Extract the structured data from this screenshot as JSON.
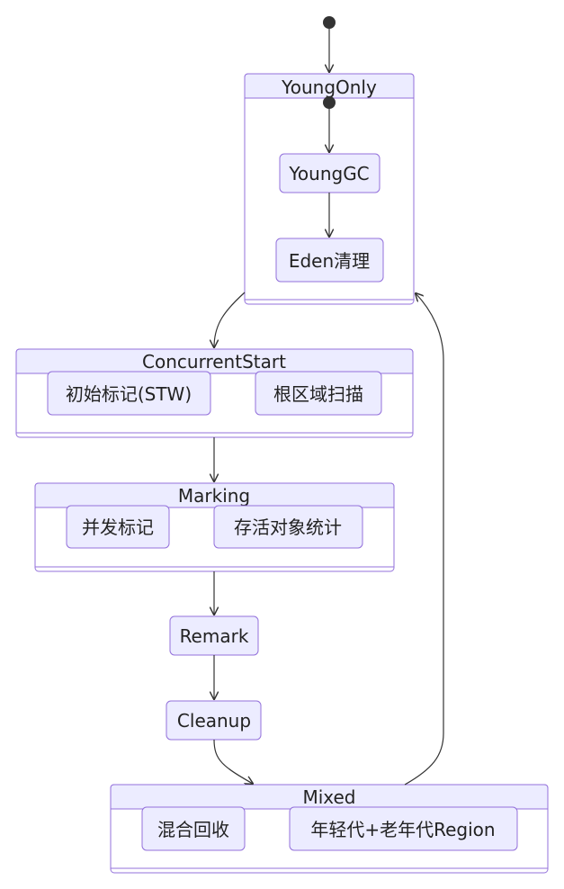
{
  "diagram": {
    "type": "state",
    "colors": {
      "fill": "#ECECFF",
      "border": "#9370DB",
      "line": "#333333",
      "start": "#333333"
    },
    "composites": {
      "young_only": {
        "title": "YoungOnly"
      },
      "concurrent_start": {
        "title": "ConcurrentStart"
      },
      "marking": {
        "title": "Marking"
      },
      "mixed": {
        "title": "Mixed"
      }
    },
    "states": {
      "young_gc": "YoungGC",
      "eden_clean": "Eden清理",
      "initial_mark": "初始标记(STW)",
      "root_region_scan": "根区域扫描",
      "concurrent_mark": "并发标记",
      "live_object_stats": "存活对象统计",
      "remark": "Remark",
      "cleanup": "Cleanup",
      "mixed_collect": "混合回收",
      "young_old_region": "年轻代+老年代Region"
    },
    "transitions": [
      {
        "from": "[*]",
        "to": "YoungOnly"
      },
      {
        "from": "[*]",
        "to": "YoungGC"
      },
      {
        "from": "YoungGC",
        "to": "Eden清理"
      },
      {
        "from": "YoungOnly",
        "to": "ConcurrentStart"
      },
      {
        "from": "ConcurrentStart",
        "to": "Marking"
      },
      {
        "from": "Marking",
        "to": "Remark"
      },
      {
        "from": "Remark",
        "to": "Cleanup"
      },
      {
        "from": "Cleanup",
        "to": "Mixed"
      },
      {
        "from": "Mixed",
        "to": "YoungOnly"
      }
    ]
  }
}
